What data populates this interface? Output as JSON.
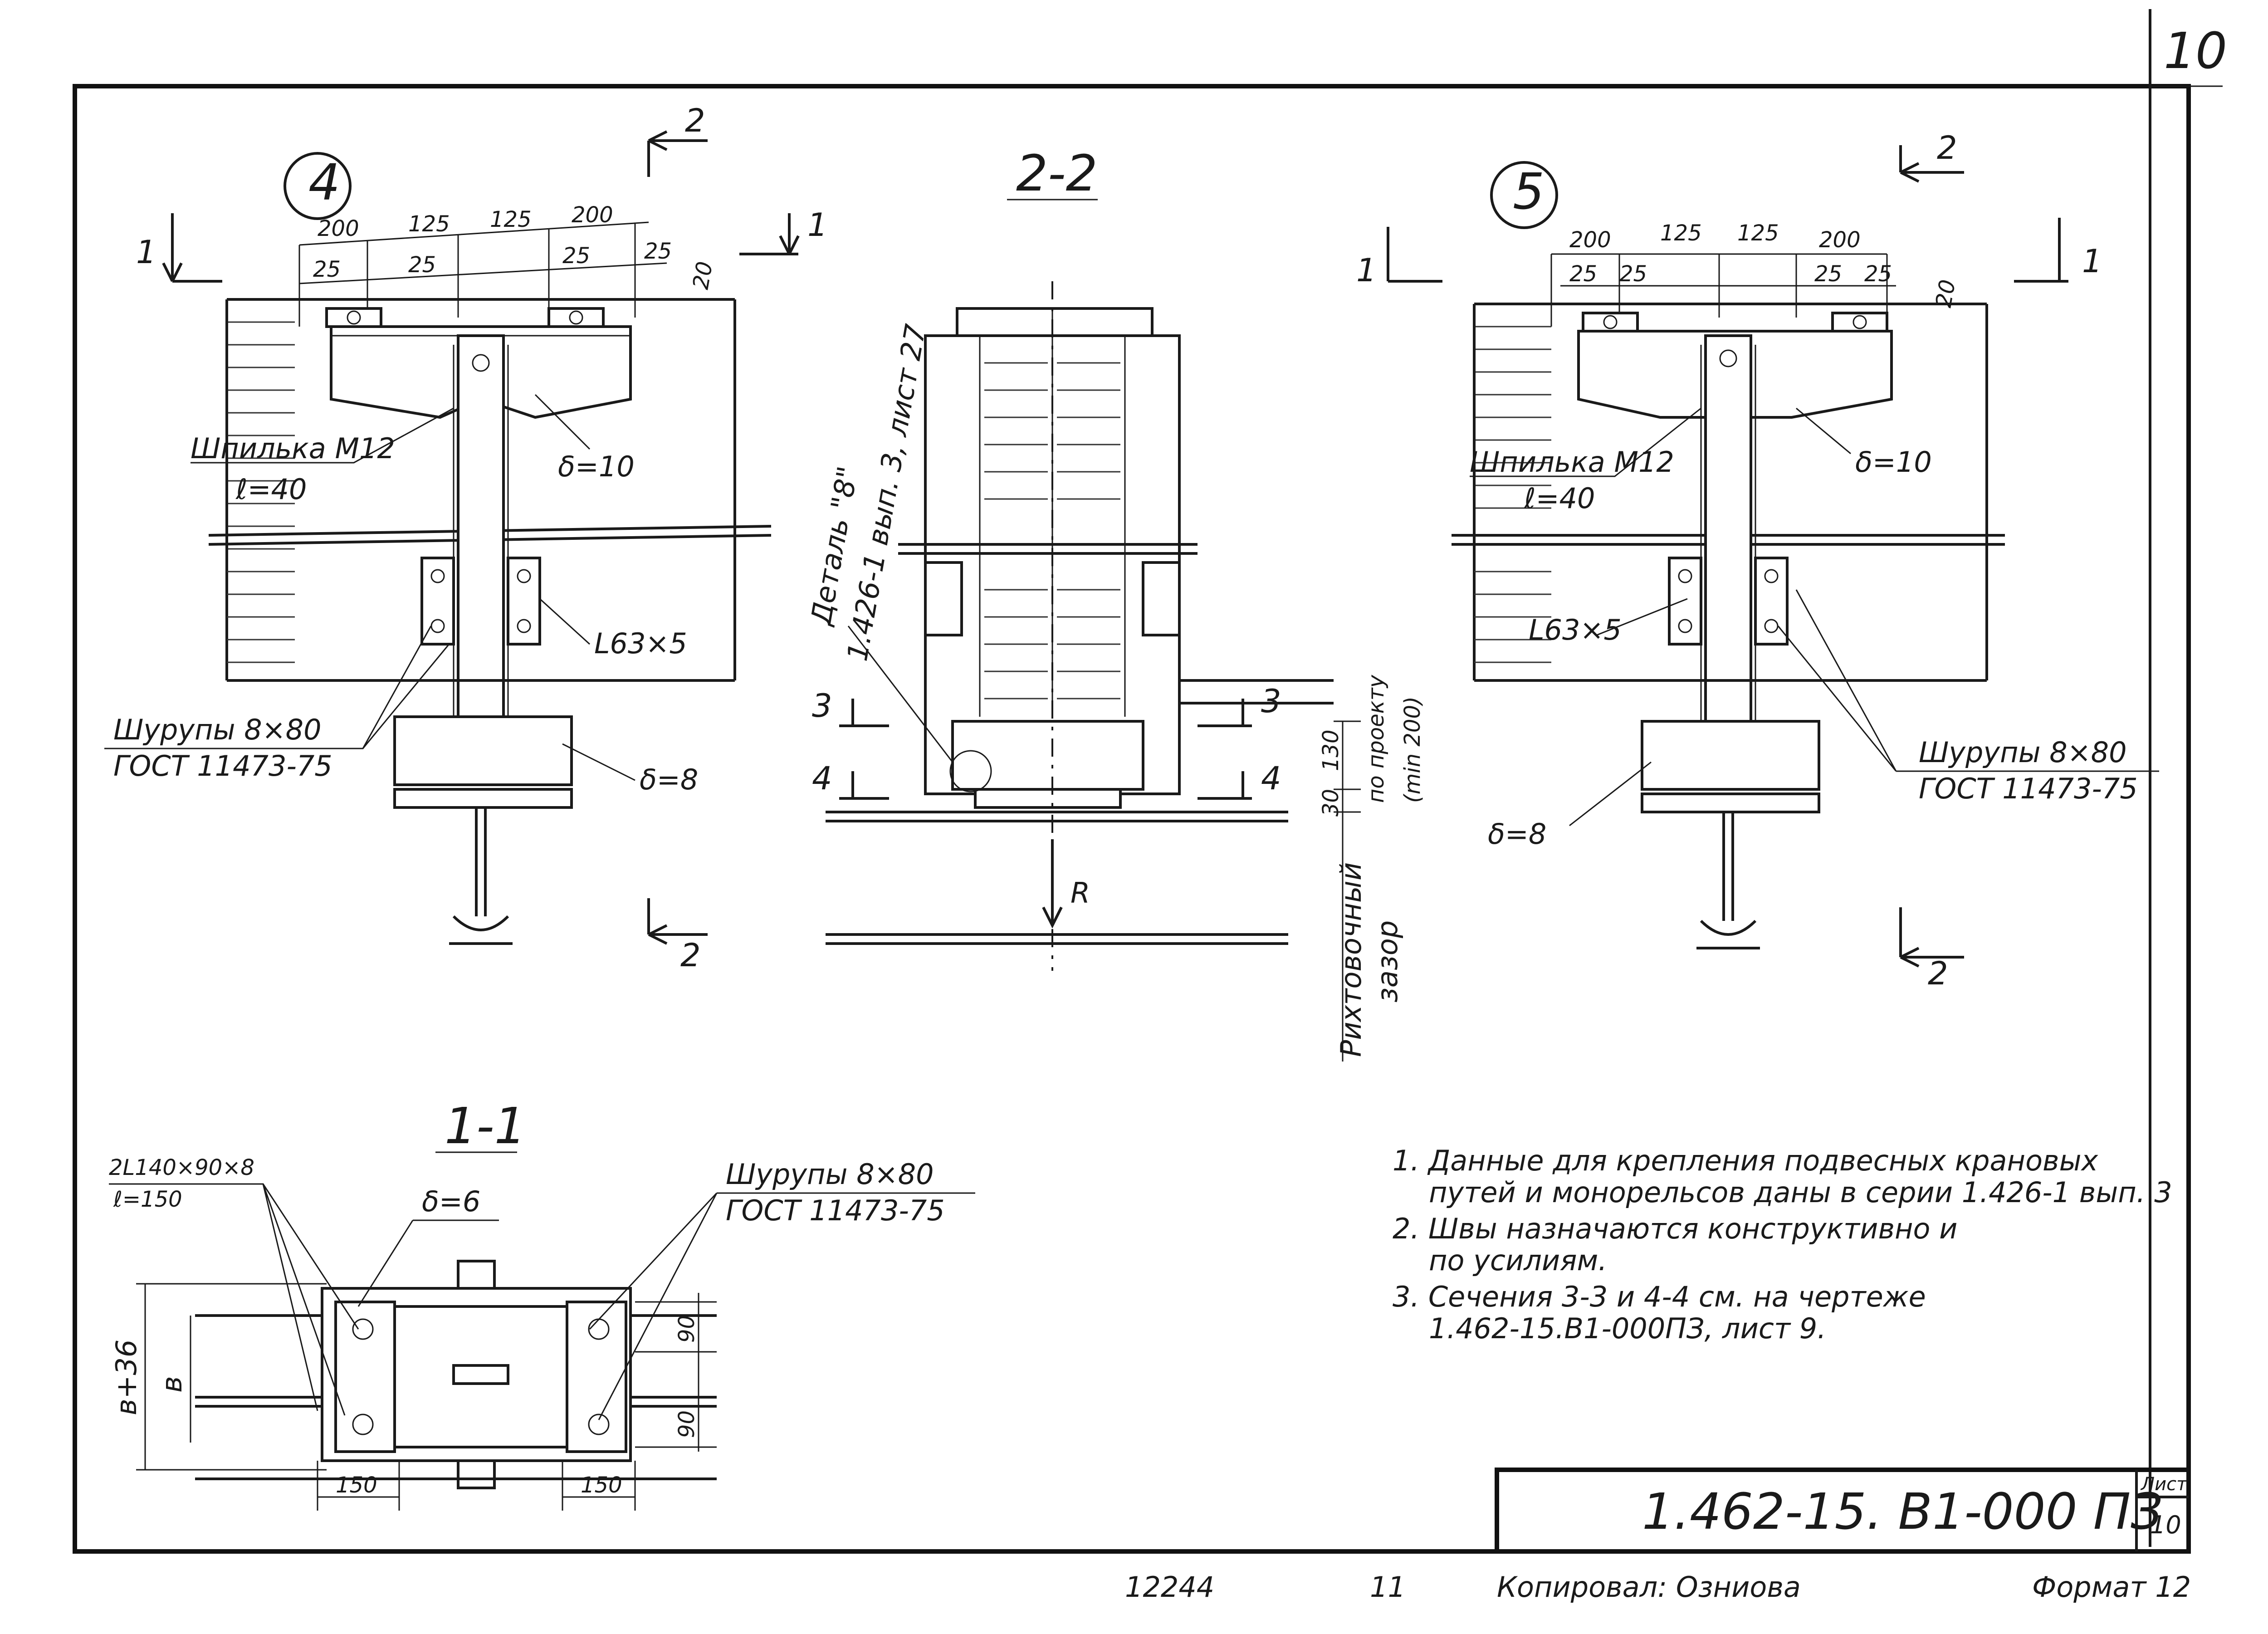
{
  "sheet": {
    "corner_number": "10",
    "code": "1.462-15. В1-000 ПЗ",
    "list_label": "Лист",
    "list_number": "10",
    "footer_left": "12244",
    "footer_mid": "11",
    "footer_copied": "Копировал: Озниова",
    "footer_format": "Формат 12"
  },
  "detail4": {
    "circle_label": "4",
    "section_mark_2_top": "2",
    "section_mark_2_bottom": "2",
    "section_mark_1_left": "1",
    "section_mark_1_right": "1",
    "dims_top": [
      "200",
      "125",
      "125",
      "200"
    ],
    "dims_sub": [
      "25",
      "25",
      "25",
      "25"
    ],
    "dim_20": "20",
    "stud_label": "Шпилька М12",
    "stud_length": "ℓ=40",
    "plate_label": "δ=10",
    "angle_label": "L63×5",
    "screws_label": "Шурупы 8×80",
    "screws_gost": "ГОСТ 11473-75",
    "plate8_label": "δ=8"
  },
  "section22": {
    "title": "2-2",
    "detail_ref_line1": "Деталь \"8\"",
    "detail_ref_line2": "1.426-1 вып. 3, лист 27",
    "mark_3_left": "3",
    "mark_4_left": "4",
    "mark_3_right": "3",
    "mark_4_right": "4",
    "dim_130": "130",
    "dim_30": "30",
    "project_label_1": "по проекту",
    "project_label_2": "(min 200)",
    "gap_label_1": "Рихтовочный",
    "gap_label_2": "зазор",
    "force_label": "R"
  },
  "detail5": {
    "circle_label": "5",
    "section_mark_2_top": "2",
    "section_mark_2_bottom": "2",
    "section_mark_1_left": "1",
    "section_mark_1_right": "1",
    "dims_top": [
      "200",
      "125",
      "125",
      "200"
    ],
    "dims_sub": [
      "25",
      "25",
      "25",
      "25"
    ],
    "dim_20": "20",
    "stud_label": "Шпилька М12",
    "stud_length": "ℓ=40",
    "plate_label": "δ=10",
    "angle_label": "L63×5",
    "screws_label": "Шурупы 8×80",
    "screws_gost": "ГОСТ 11473-75",
    "plate8_label": "δ=8"
  },
  "section11": {
    "title": "1-1",
    "angles_label": "2L140×90×8",
    "angles_length": "ℓ=150",
    "plate_label": "δ=6",
    "screws_label": "Шурупы 8×80",
    "screws_gost": "ГОСТ 11473-75",
    "dim_b36": "в+36",
    "dim_b": "в",
    "dim_90_top": "90",
    "dim_90_bottom": "90",
    "dim_150_left": "150",
    "dim_150_right": "150"
  },
  "notes": [
    "1. Данные для крепления подвесных крановых",
    "путей и монорельсов даны в серии 1.426-1 вып. 3",
    "2. Швы назначаются конструктивно и",
    "по усилиям.",
    "3. Сечения 3-3 и 4-4 см. на чертеже",
    "1.462-15.В1-000ПЗ, лист 9."
  ]
}
